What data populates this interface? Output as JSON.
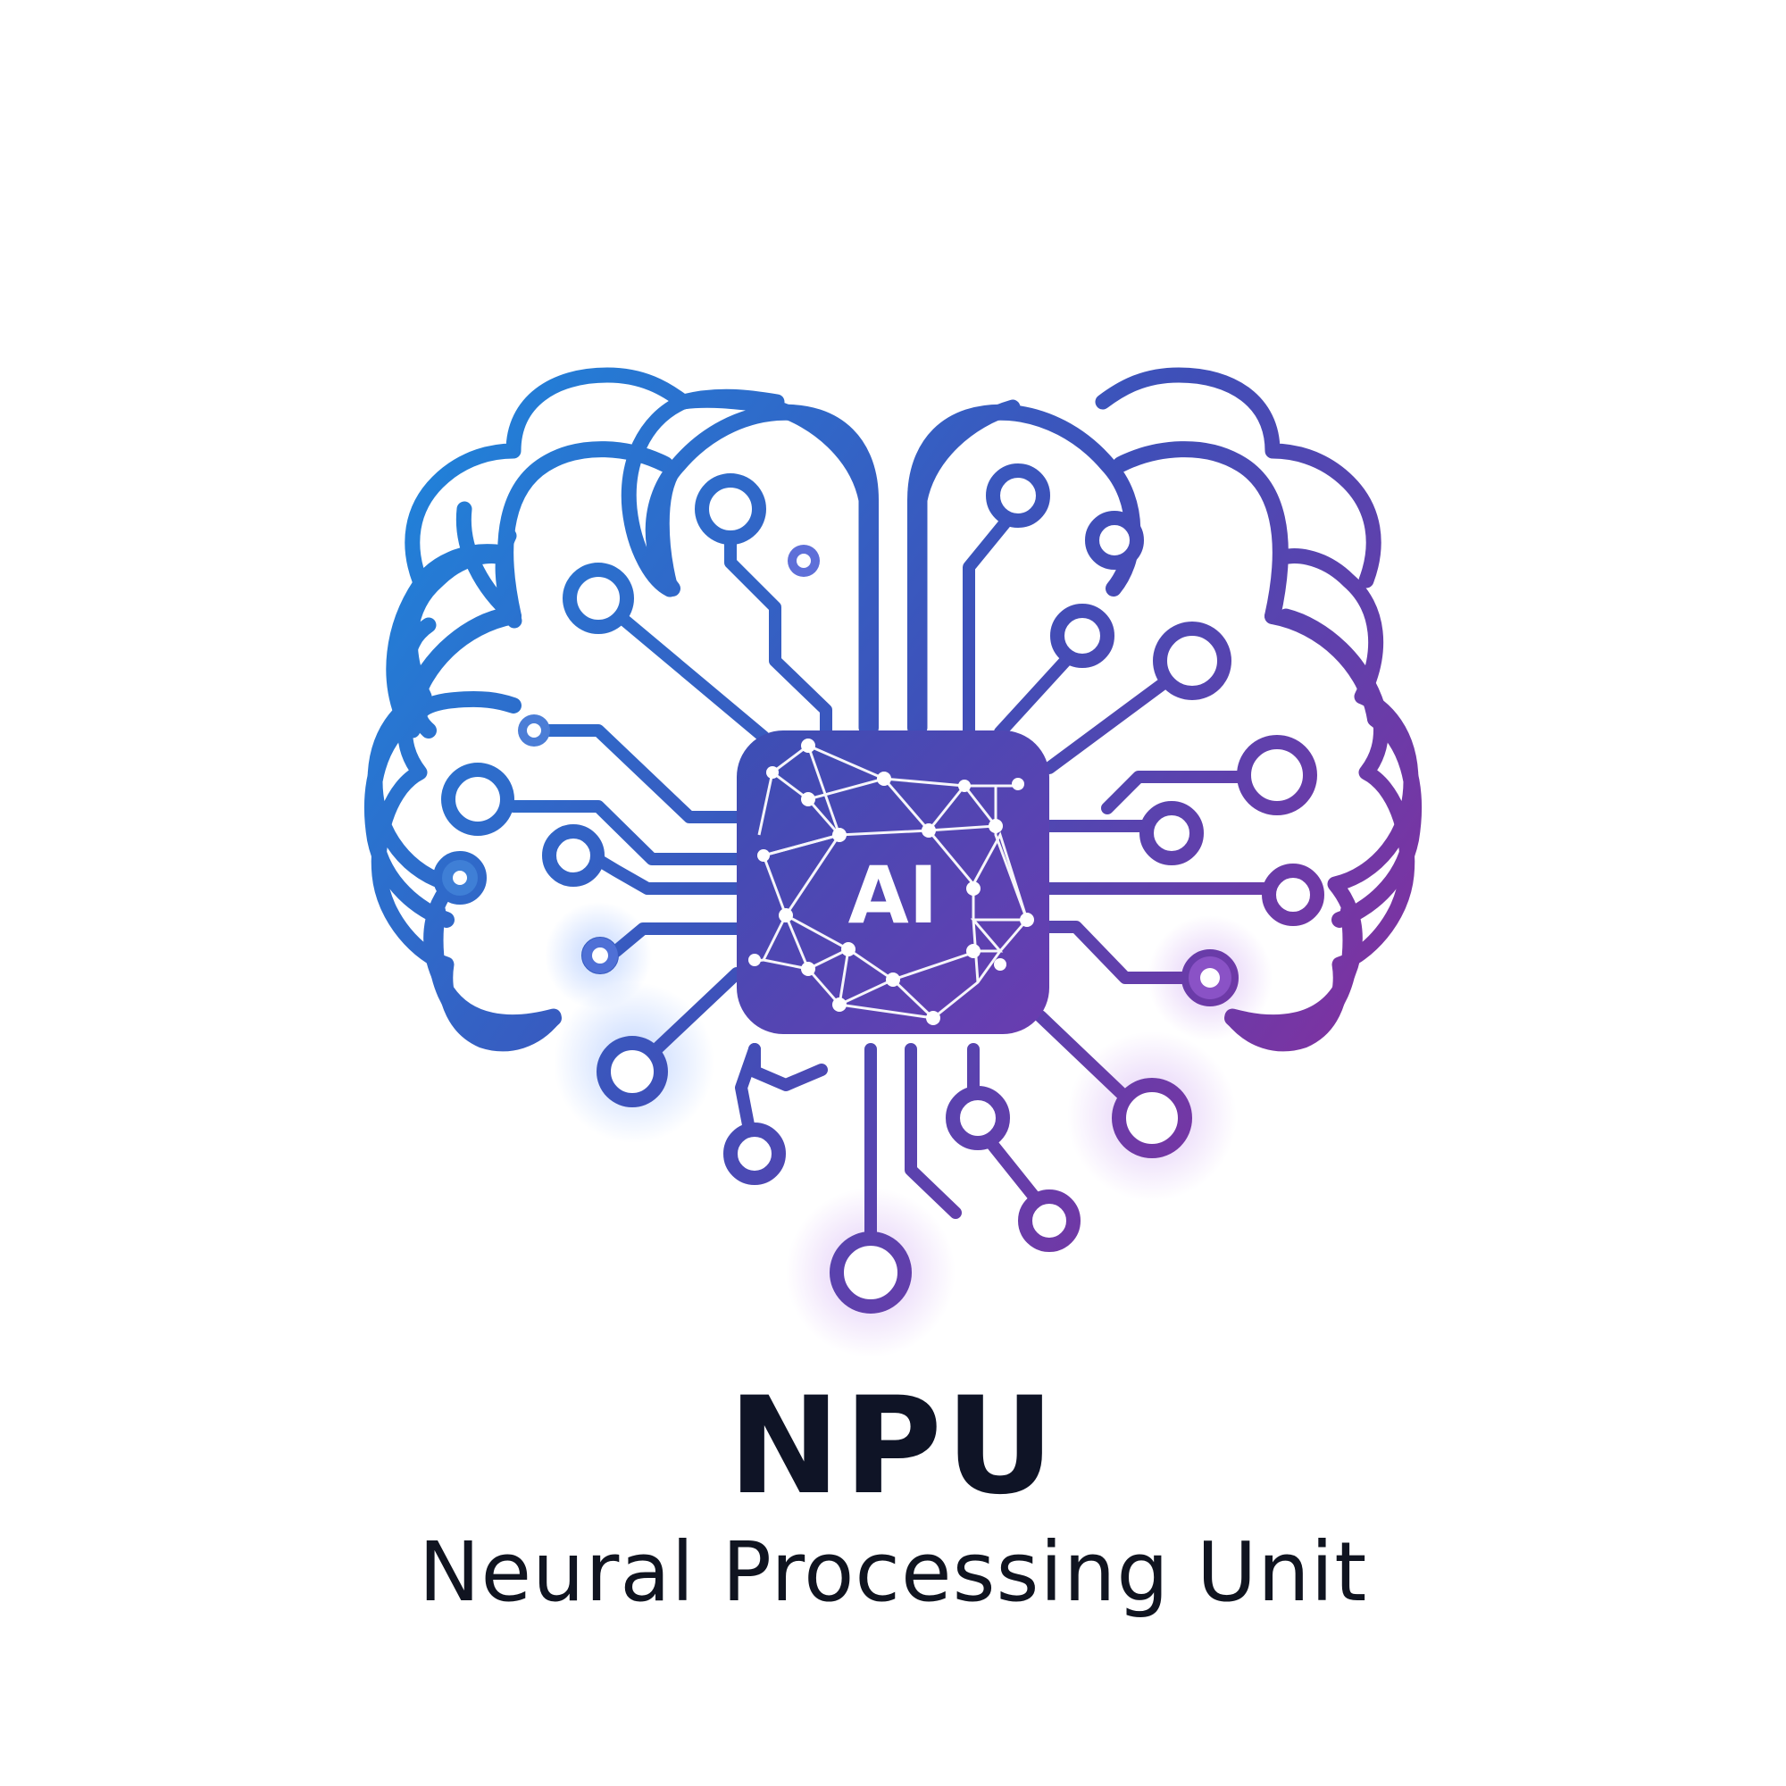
{
  "logo": {
    "chip_label": "AI",
    "title": "NPU",
    "subtitle": "Neural Processing Unit"
  },
  "colors": {
    "gradient_start": "#1e86dc",
    "gradient_mid": "#3f4fb8",
    "gradient_end": "#8b2c9c",
    "chip_fill_start": "#3b4fb5",
    "chip_fill_end": "#6a3cb0",
    "title_text": "#0f1426",
    "subtitle_text": "#101420",
    "background": "#ffffff"
  },
  "icons": [
    "brain-outline-icon",
    "ai-chip-icon",
    "neural-network-icon",
    "circuit-traces-icon"
  ]
}
